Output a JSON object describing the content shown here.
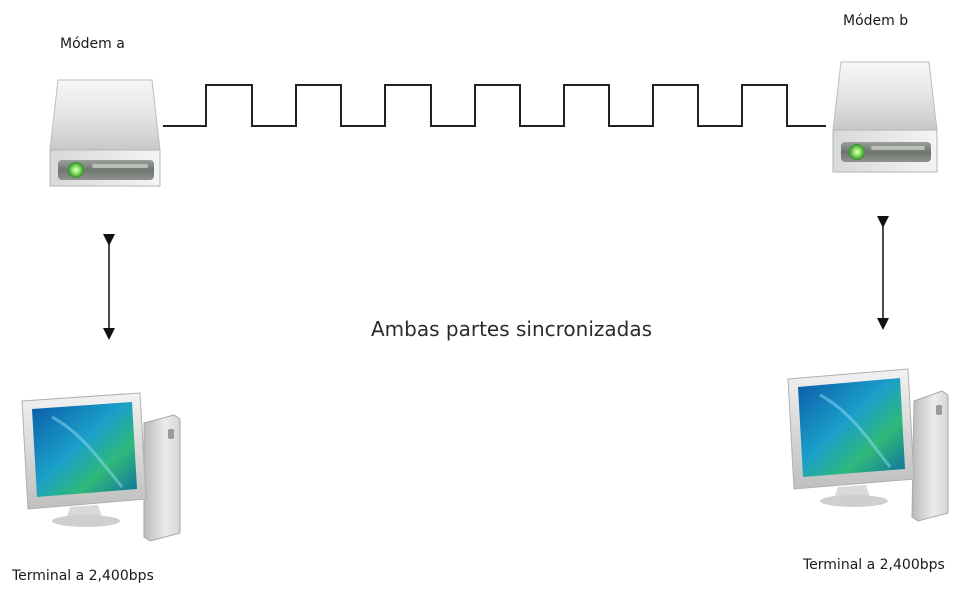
{
  "modem_a": {
    "label": "Módem a",
    "icon": "hard-drive-icon"
  },
  "modem_b": {
    "label": "Módem b",
    "icon": "hard-drive-icon"
  },
  "center_text": "Ambas partes sincronizadas",
  "terminal_a": {
    "label": "Terminal a 2,400bps",
    "icon": "computer-icon"
  },
  "terminal_b": {
    "label": "Terminal a 2,400bps",
    "icon": "computer-icon"
  },
  "signal": {
    "type": "square-wave",
    "pulses": 7
  },
  "links": [
    {
      "from": "modem_a",
      "to": "terminal_a",
      "type": "bidirectional-arrow"
    },
    {
      "from": "modem_b",
      "to": "terminal_b",
      "type": "bidirectional-arrow"
    }
  ]
}
